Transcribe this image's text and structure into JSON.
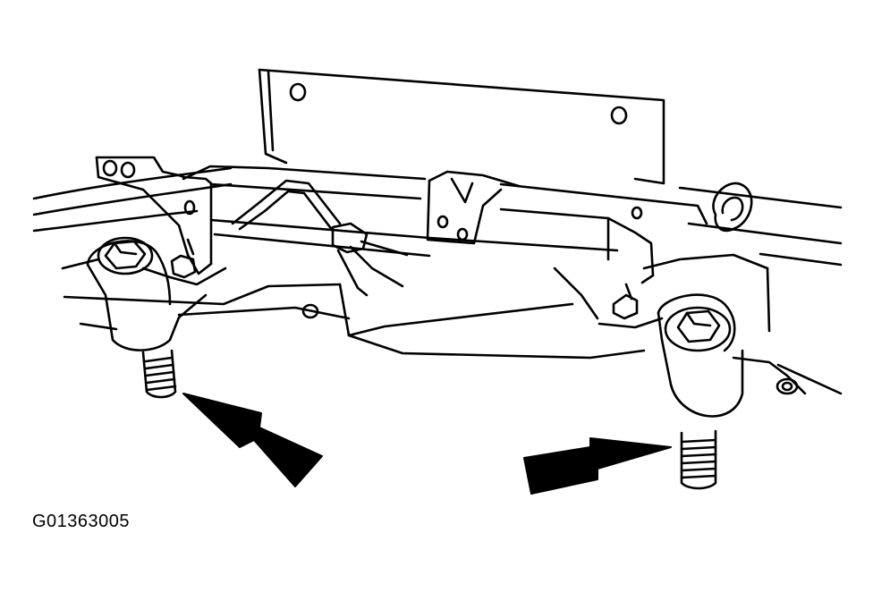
{
  "figure": {
    "id_label": "G01363005",
    "components": {
      "crossmember": "crossmember",
      "bracket": "mounting-bracket",
      "left_mount": "left-engine-mount",
      "right_mount": "right-engine-mount",
      "left_stud": "left-mount-stud",
      "right_stud": "right-mount-stud",
      "tow_hook": "tow-hook",
      "cable": "cable-line"
    },
    "arrows": [
      {
        "target": "left-mount-stud",
        "direction": "up-left"
      },
      {
        "target": "right-mount-stud",
        "direction": "right"
      }
    ],
    "colors": {
      "line": "#000000",
      "background": "#ffffff",
      "arrow_fill": "#000000"
    }
  }
}
